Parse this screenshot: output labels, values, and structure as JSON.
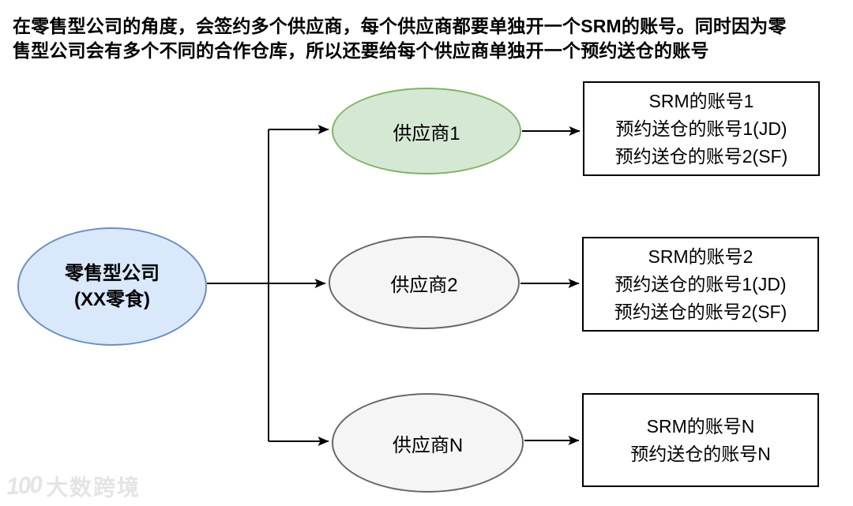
{
  "header": {
    "line1": "在零售型公司的角度，会签约多个供应商，每个供应商都要单独开一个SRM的账号。同时因为零",
    "line2": "售型公司会有多个不同的合作仓库，所以还要给每个供应商单独开一个预约送仓的账号"
  },
  "diagram": {
    "root": {
      "line1": "零售型公司",
      "line2": "(XX零食)"
    },
    "suppliers": [
      {
        "label": "供应商1"
      },
      {
        "label": "供应商2"
      },
      {
        "label": "供应商N"
      }
    ],
    "accounts": [
      {
        "lines": [
          "SRM的账号1",
          "预约送仓的账号1(JD)",
          "预约送仓的账号2(SF)"
        ]
      },
      {
        "lines": [
          "SRM的账号2",
          "预约送仓的账号1(JD)",
          "预约送仓的账号2(SF)"
        ]
      },
      {
        "lines": [
          "SRM的账号N",
          "预约送仓的账号N"
        ]
      }
    ]
  },
  "colors": {
    "root_fill": "#dae8fc",
    "root_stroke": "#6c8ebf",
    "supplier1_fill": "#d5e8d4",
    "supplier1_stroke": "#82b366",
    "supplier_gray_fill": "#f5f5f5",
    "supplier_gray_stroke": "#666666",
    "account_box_stroke": "#000000",
    "arrow": "#000000",
    "watermark": "#e4e4e4"
  },
  "watermark": {
    "logo": "100",
    "text": "大数跨境"
  }
}
